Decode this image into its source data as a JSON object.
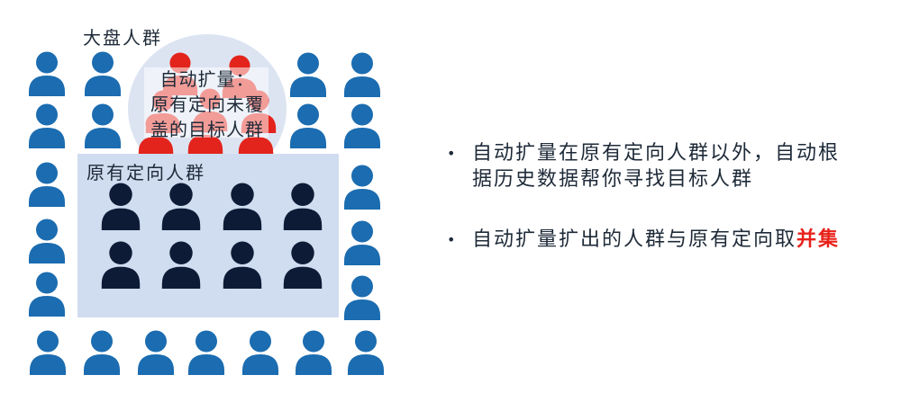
{
  "diagram": {
    "overall_label": "大盘人群",
    "original_label": "原有定向人群",
    "expansion_label_lines": [
      "自动扩量：",
      "原有定向未覆",
      "盖的目标人群"
    ],
    "icons": {
      "outer_person_icon": "person-icon",
      "inner_person_icon": "person-icon",
      "expansion_person_icon": "person-icon"
    },
    "colors": {
      "outer_person": "#1b6cb0",
      "inner_person": "#0d1b36",
      "expansion_person": "#e3241c",
      "circle_fill": "#dce4f2",
      "rect_fill": "#d0dcef",
      "label_text": "#1e2a38",
      "highlight": "#e8211a"
    }
  },
  "notes": {
    "bullet_char": "•",
    "items": [
      {
        "text": "自动扩量在原有定向人群以外，自动根据历史数据帮你寻找目标人群",
        "highlight": ""
      },
      {
        "text": "自动扩量扩出的人群与原有定向取",
        "highlight": "并集"
      }
    ]
  }
}
